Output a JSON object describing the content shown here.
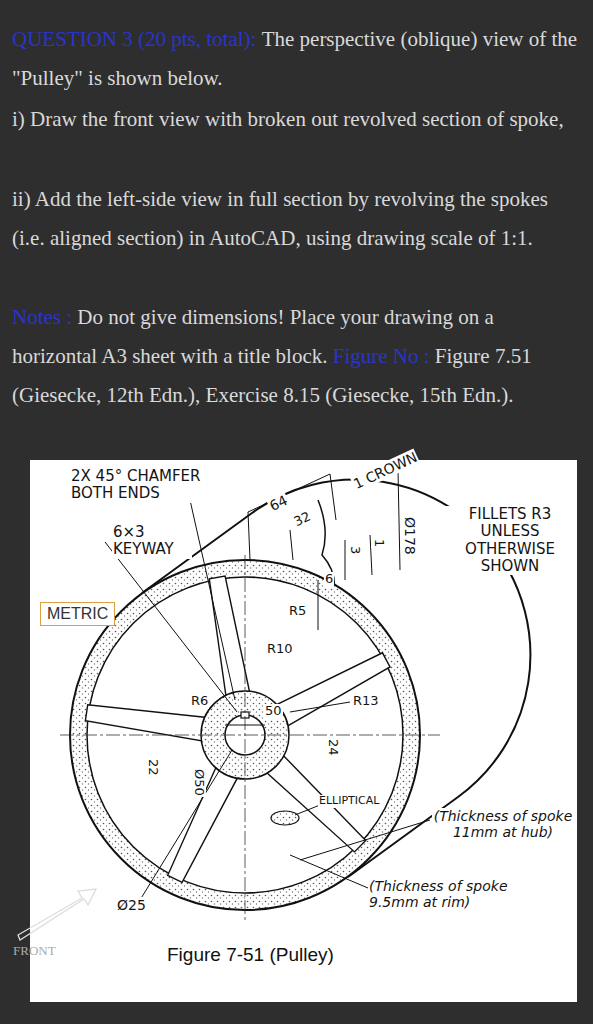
{
  "diagram": {
    "caption": "Figure 7-51 (Pulley)",
    "nodes": [
      {
        "text": [
          "METRIC"
        ]
      }
    ],
    "labels": [
      "QUESTION 3 (20 pts, total):",
      "The perspective (oblique) view of the \"Pulley\" is shown below.",
      "i) Draw the front view with broken out revolved section of spoke,",
      "ii) Add the left-side view in full section by revolving the spokes (i.e. aligned section) in AutoCAD, using drawing scale of 1:1.",
      "Notes :",
      "Do not give dimensions! Place your drawing on a horizontal A3 sheet with a title block.",
      "Figure No :",
      "Figure 7.51 (Giesecke, 12th Edn.), Exercise 8.15 (Giesecke, 15th Edn.).",
      "2X 45° CHAMFER BOTH ENDS",
      "6×3 KEYWAY",
      "64",
      "32",
      "1 CROWN",
      "Ø178",
      "FILLETS R3 UNLESS OTHERWISE SHOWN",
      "3",
      "1",
      "6",
      "R5",
      "R10",
      "R6",
      "50",
      "R13",
      "22",
      "Ø50",
      "24",
      "ELLIPTICAL",
      "(Thickness of spoke 11mm at hub)",
      "(Thickness of spoke 9.5mm at rim)",
      "Ø25",
      "FRONT"
    ]
  }
}
